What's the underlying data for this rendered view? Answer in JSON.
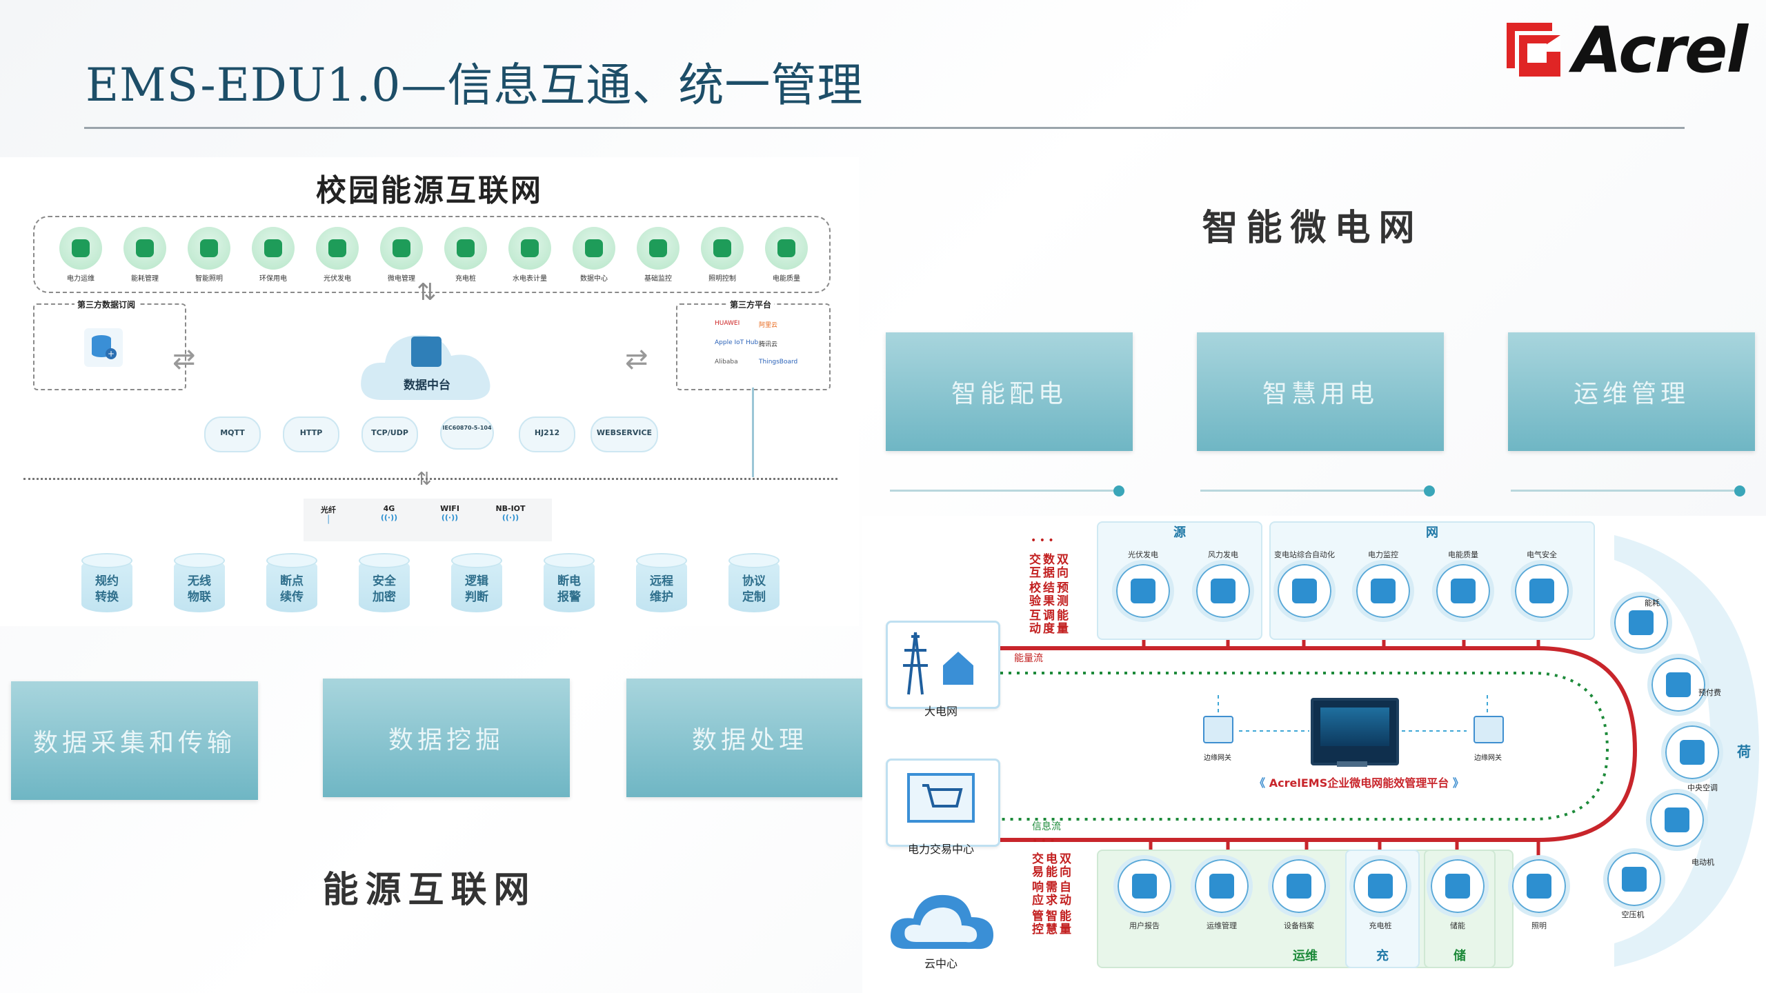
{
  "header": {
    "title": "EMS-EDU1.0—信息互通、统一管理",
    "logo_text": "Acrel",
    "brand_color": "#e02525",
    "title_color": "#1d4e68"
  },
  "campus": {
    "title": "校园能源互联网",
    "apps": [
      "电力运维",
      "能耗管理",
      "智能照明",
      "环保用电",
      "光伏发电",
      "微电管理",
      "充电桩",
      "水电表计量",
      "数据中心",
      "基础监控",
      "照明控制",
      "电能质量"
    ],
    "third_party_subscribe": "第三方数据订阅",
    "third_party_platform": "第三方平台",
    "platforms": [
      "HUAWEI",
      "阿里云",
      "Apple IoT Hub",
      "腾讯云",
      "Alibaba",
      "ThingsBoard"
    ],
    "data_center": "数据中台",
    "protocols": [
      "MQTT",
      "HTTP",
      "TCP/UDP",
      "IEC60870-5-104",
      "HJ212",
      "WEBSERVICE"
    ],
    "networks": [
      "光纤",
      "4G",
      "WIFI",
      "NB-IOT"
    ],
    "features": [
      "规约\n转换",
      "无线\n物联",
      "断点\n续传",
      "安全\n加密",
      "逻辑\n判断",
      "断电\n报警",
      "远程\n维护",
      "协议\n定制"
    ]
  },
  "left_tiles": [
    "数据采集和传输",
    "数据挖掘",
    "数据处理"
  ],
  "energy_internet_title": "能源互联网",
  "microgrid": {
    "title": "智能微电网",
    "tiles": [
      "智能配电",
      "智慧用电",
      "运维管理"
    ]
  },
  "diagram": {
    "source_label": "源",
    "grid_label": "网",
    "load_label": "荷",
    "ops_label": "运维",
    "charge_label": "充",
    "storage_label": "储",
    "source_nodes": [
      "光伏发电",
      "风力发电"
    ],
    "grid_nodes": [
      "变电站综合自动化",
      "电力监控",
      "电能质量",
      "电气安全"
    ],
    "load_nodes": [
      "能耗",
      "预付费",
      "中央空调",
      "电动机",
      "空压机"
    ],
    "bottom_nodes": [
      "用户报告",
      "运维管理",
      "设备档案",
      "充电桩",
      "储能",
      "照明"
    ],
    "left_notes_top": [
      "双向数据交互",
      "预测结果校验",
      "能量调度互动"
    ],
    "left_notes_bottom": [
      "双向电能交易",
      "自动需求响应",
      "能量智慧管控"
    ],
    "energy_flow": "能量流",
    "info_flow": "信息流",
    "gateway": "边缘网关",
    "platform": "AcrelEMS企业微电网能效管理平台",
    "big_grid": "大电网",
    "trade_center": "电力交易中心",
    "cloud_center": "云中心",
    "dots": "• • •",
    "line_red": "#c8252b",
    "line_green": "#1d8a3a"
  }
}
